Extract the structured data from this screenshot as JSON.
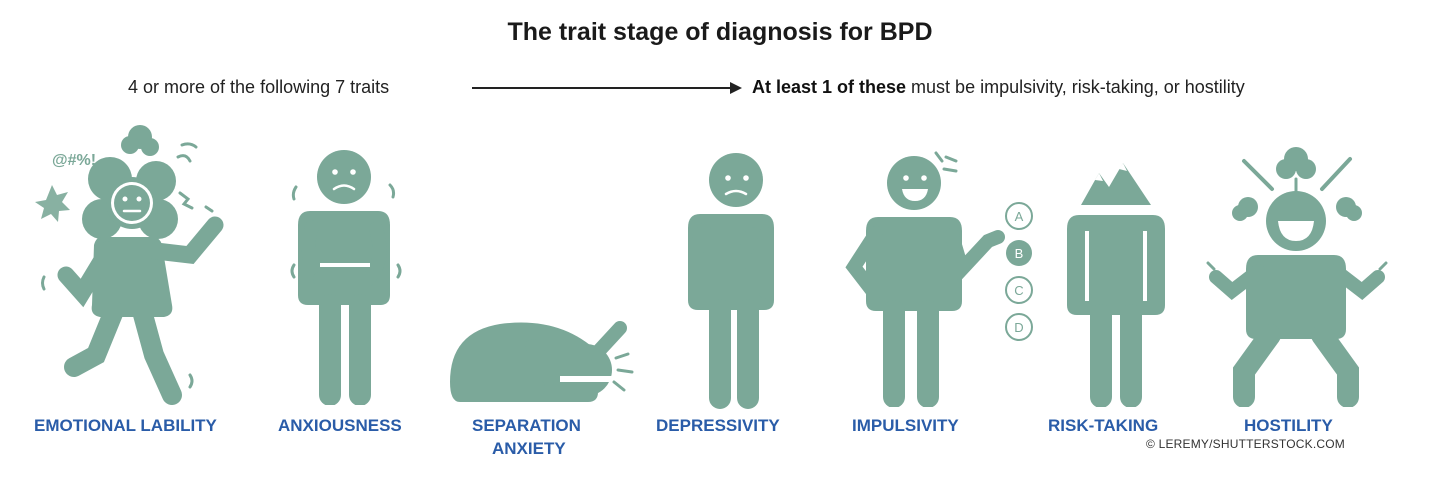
{
  "title": "The trait stage of diagnosis for BPD",
  "subtitle": {
    "left": "4 or more of the following 7 traits",
    "right_bold": "At least 1 of these",
    "right_rest": " must be impulsivity, risk-taking, or hostility"
  },
  "traits": [
    {
      "label": "EMOTIONAL LABILITY",
      "icon": "emotional-lability-figure"
    },
    {
      "label": "ANXIOUSNESS",
      "icon": "anxiousness-figure"
    },
    {
      "label_line1": "SEPARATION",
      "label_line2": "ANXIETY",
      "icon": "separation-anxiety-figure"
    },
    {
      "label": "DEPRESSIVITY",
      "icon": "depressivity-figure"
    },
    {
      "label": "IMPULSIVITY",
      "icon": "impulsivity-figure"
    },
    {
      "label": "RISK-TAKING",
      "icon": "risk-taking-figure"
    },
    {
      "label": "HOSTILITY",
      "icon": "hostility-figure"
    }
  ],
  "emotional_symbols": "@#%!",
  "impulsivity_options": [
    "A",
    "B",
    "C",
    "D"
  ],
  "credit": "© LEREMY/SHUTTERSTOCK.COM",
  "colors": {
    "figure": "#7ba898",
    "label": "#2a5ca8",
    "text": "#1a1a1a"
  }
}
